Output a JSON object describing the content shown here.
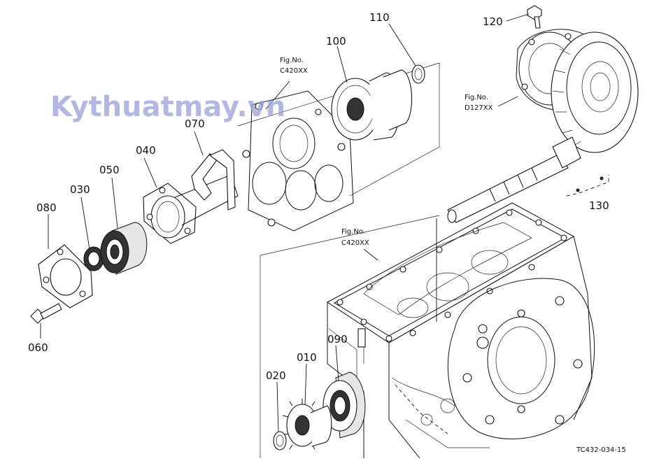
{
  "watermark": "Kythuatmay.vn",
  "drawing_code": "TC432-034-15",
  "fig_refs": [
    {
      "id": "fig-c420xx-top",
      "prefix": "Fig.No.",
      "code": "C420XX"
    },
    {
      "id": "fig-d127xx",
      "prefix": "Fig.No.",
      "code": "D127XX"
    },
    {
      "id": "fig-c420xx-mid",
      "prefix": "Fig.No.",
      "code": "C420XX"
    }
  ],
  "parts": {
    "p010": "010",
    "p020": "020",
    "p030": "030",
    "p040": "040",
    "p050": "050",
    "p060": "060",
    "p070": "070",
    "p080": "080",
    "p090": "090",
    "p100": "100",
    "p110": "110",
    "p120": "120",
    "p130": "130"
  }
}
